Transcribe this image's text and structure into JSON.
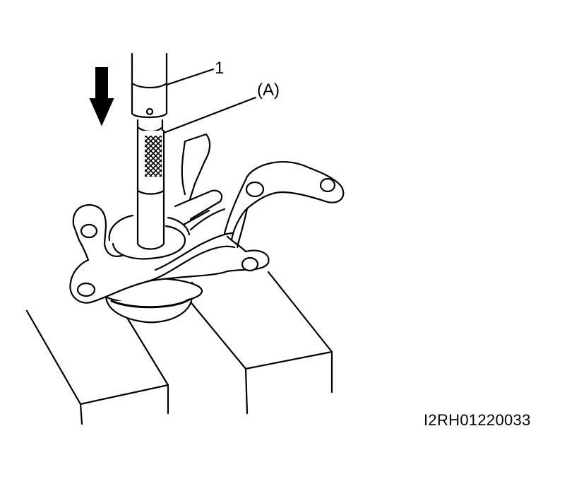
{
  "callouts": {
    "tool": "1",
    "part_a": "(A)"
  },
  "figure_code": "I2RH01220033",
  "icons": {
    "press_direction": "arrow-down-icon"
  },
  "colors": {
    "line": "#000000",
    "background": "#ffffff"
  }
}
